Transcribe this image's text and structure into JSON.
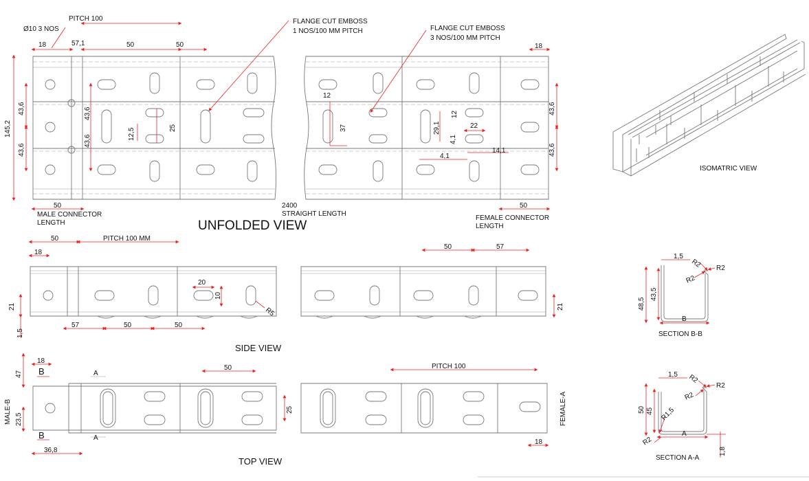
{
  "views": {
    "unfolded": "UNFOLDED VIEW",
    "side": "SIDE VIEW",
    "top": "TOP VIEW",
    "isometric": "ISOMATRIC VIEW",
    "section_b": "SECTION B-B",
    "section_a": "SECTION A-A"
  },
  "notes": {
    "flange1_l1": "FLANGE CUT EMBOSS",
    "flange1_l2": "1 NOS/100 MM PITCH",
    "flange3_l1": "FLANGE CUT EMBOSS",
    "flange3_l2": "3 NOS/100 MM PITCH",
    "hole": "Ø10 3 NOS",
    "male1": "MALE CONNECTOR",
    "male2": "LENGTH",
    "straight1": "2400",
    "straight2": "STRAIGHT LENGTH",
    "female1": "FEMALE CONNECTOR",
    "female2": "LENGTH",
    "male_b": "MALE-B",
    "female_a": "FEMALE-A"
  },
  "dims": {
    "pitch100": "PITCH 100",
    "pitch100mm": "PITCH 100 MM",
    "d18": "18",
    "d57_1": "57,1",
    "d50": "50",
    "d57": "57",
    "d145_2": "145,2",
    "d43_6": "43,6",
    "d12": "12",
    "d12_5": "12,5",
    "d25": "25",
    "d37": "37",
    "d29_1": "29,1",
    "d22": "22",
    "d4_1": "4,1",
    "d14_1": "14,1",
    "d21": "21",
    "d1_5": "1,5",
    "d20": "20",
    "d10": "10",
    "r5": "R5",
    "d47": "47",
    "d23_5": "23,5",
    "d36_8": "36,8",
    "b": "B",
    "a": "A",
    "r2": "R2",
    "r1_5": "R1,5",
    "d48_5": "48,5",
    "d43_5": "43,5",
    "d50s": "50",
    "d45": "45",
    "d1_8": "1,8"
  }
}
